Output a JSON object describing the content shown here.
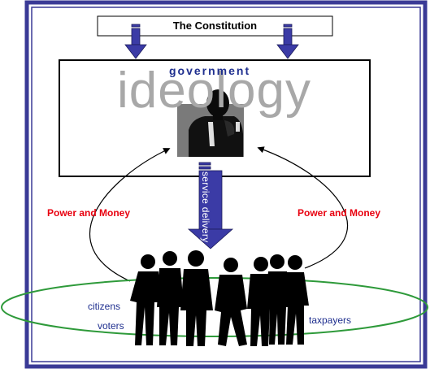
{
  "constitution": "The Constitution",
  "government": "government",
  "ideology": "ideology",
  "power_left": "Power and Money",
  "power_right": "Power and Money",
  "service": "service delivery",
  "groups": {
    "citizens": "citizens",
    "voters": "voters",
    "taxpayers": "taxpayers"
  },
  "colors": {
    "frame": "#3a3a96",
    "arrow": "#3b3ba6",
    "ellipse": "#2e9a3a",
    "accent_red": "#e8000f",
    "navy_text": "#1f2f8f"
  }
}
